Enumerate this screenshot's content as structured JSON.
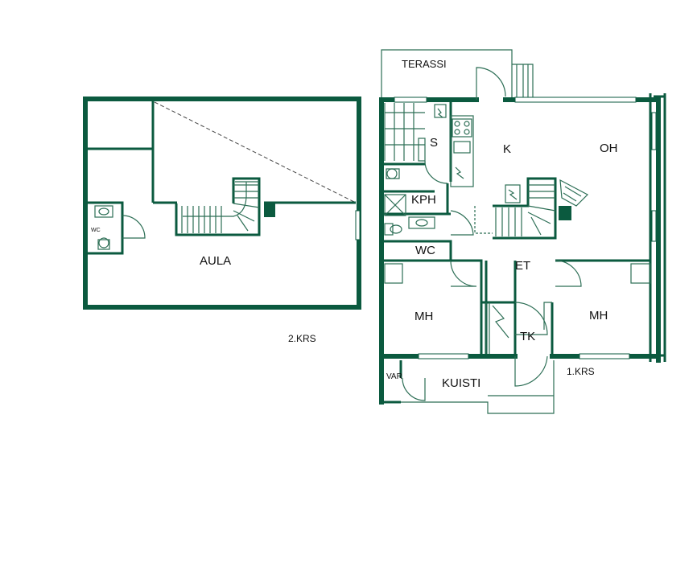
{
  "colors": {
    "wall": "#0b5a3f",
    "thin": "#2c6e55",
    "text": "#111111"
  },
  "upper_floor": {
    "level_label": "2.KRS",
    "rooms": {
      "aula": "AULA",
      "wc": "WC"
    }
  },
  "ground_floor": {
    "level_label": "1.KRS",
    "rooms": {
      "terassi": "TERASSI",
      "s": "S",
      "k": "K",
      "oh": "OH",
      "kph": "KPH",
      "wc": "WC",
      "et": "ET",
      "mh_left": "MH",
      "mh_right": "MH",
      "tk": "TK",
      "var": "VAR",
      "kuisti": "KUISTI"
    }
  }
}
